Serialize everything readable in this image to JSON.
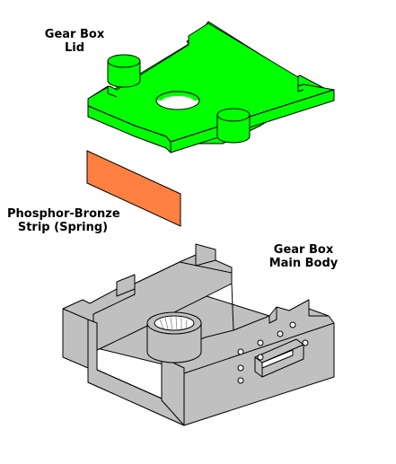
{
  "labels": {
    "lid": {
      "line1": "Gear Box",
      "line2": "Lid"
    },
    "strip": {
      "line1": "Phosphor-Bronze",
      "line2": "Strip  (Spring)"
    },
    "body": {
      "line1": "Gear Box",
      "line2": "Main Body"
    }
  },
  "colors": {
    "lid": "#00ff00",
    "strip": "#ff8040",
    "body": "#c0c0c0",
    "outline": "#000000"
  }
}
